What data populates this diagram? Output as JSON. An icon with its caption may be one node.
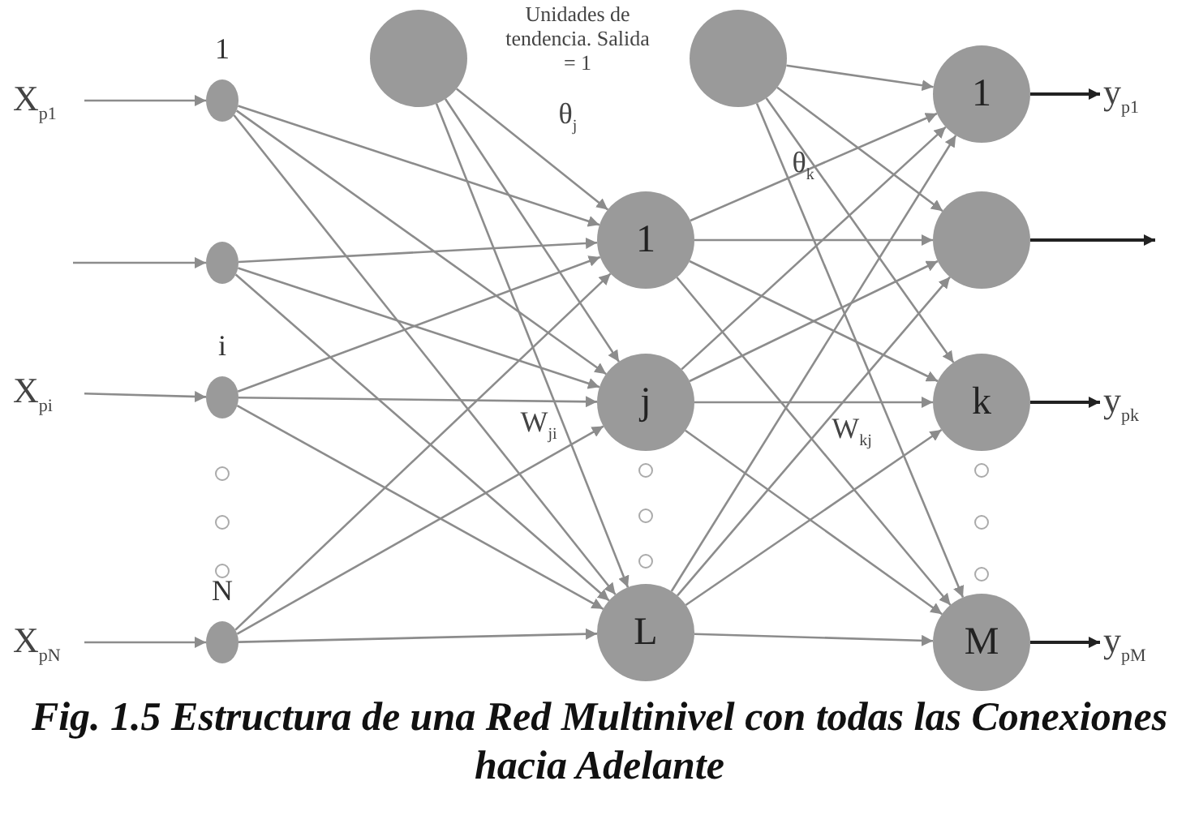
{
  "diagram": {
    "caption": "Fig. 1.5 Estructura de una Red Multinivel con todas las Conexiones hacia Adelante",
    "nodes": [
      {
        "text": [
          "X$_{p1}$"
        ]
      },
      {
        "text": [
          "X$_{pi}$"
        ]
      },
      {
        "text": [
          "X$_{pN}$"
        ]
      },
      {
        "text": [],
        "shape": "circle",
        "beside": [
          "1"
        ]
      },
      {
        "text": [],
        "shape": "circle"
      },
      {
        "text": [],
        "shape": "circle",
        "beside": [
          "i"
        ]
      },
      {
        "text": [],
        "shape": "circle",
        "beside": [
          "N"
        ]
      },
      {
        "text": [],
        "shape": "circle"
      },
      {
        "text": [],
        "shape": "circle"
      },
      {
        "text": [
          "1"
        ]
      },
      {
        "text": [
          "j"
        ]
      },
      {
        "text": [
          "L"
        ]
      },
      {
        "text": [
          "1"
        ]
      },
      {
        "text": [],
        "shape": "circle"
      },
      {
        "text": [
          "k"
        ]
      },
      {
        "text": [
          "M"
        ]
      },
      {
        "text": [
          "y$_{p1}$"
        ]
      },
      {
        "text": [
          "y$_{pk}$"
        ]
      },
      {
        "text": [
          "y$_{pM}$"
        ]
      }
    ],
    "edges": [
      {
        "from": 0,
        "to": 3,
        "arrow": "to"
      },
      {
        "from": null,
        "to": 4,
        "arrow": "to"
      },
      {
        "from": 1,
        "to": 5,
        "arrow": "to"
      },
      {
        "from": 2,
        "to": 6,
        "arrow": "to"
      },
      {
        "from": 3,
        "to": 9,
        "arrow": "to"
      },
      {
        "from": 3,
        "to": 10,
        "arrow": "to"
      },
      {
        "from": 3,
        "to": 11,
        "arrow": "to"
      },
      {
        "from": 4,
        "to": 9,
        "arrow": "to"
      },
      {
        "from": 4,
        "to": 10,
        "arrow": "to"
      },
      {
        "from": 4,
        "to": 11,
        "arrow": "to"
      },
      {
        "from": 5,
        "to": 9,
        "arrow": "to"
      },
      {
        "from": 5,
        "to": 10,
        "arrow": "to"
      },
      {
        "from": 5,
        "to": 11,
        "arrow": "to"
      },
      {
        "from": 6,
        "to": 9,
        "arrow": "to"
      },
      {
        "from": 6,
        "to": 10,
        "arrow": "to"
      },
      {
        "from": 6,
        "to": 11,
        "arrow": "to"
      },
      {
        "from": 7,
        "to": 9,
        "arrow": "to"
      },
      {
        "from": 7,
        "to": 10,
        "arrow": "to"
      },
      {
        "from": 7,
        "to": 11,
        "arrow": "to"
      },
      {
        "from": 9,
        "to": 12,
        "arrow": "to"
      },
      {
        "from": 9,
        "to": 13,
        "arrow": "to"
      },
      {
        "from": 9,
        "to": 14,
        "arrow": "to"
      },
      {
        "from": 9,
        "to": 15,
        "arrow": "to"
      },
      {
        "from": 10,
        "to": 12,
        "arrow": "to"
      },
      {
        "from": 10,
        "to": 13,
        "arrow": "to"
      },
      {
        "from": 10,
        "to": 14,
        "arrow": "to"
      },
      {
        "from": 10,
        "to": 15,
        "arrow": "to"
      },
      {
        "from": 11,
        "to": 12,
        "arrow": "to"
      },
      {
        "from": 11,
        "to": 13,
        "arrow": "to"
      },
      {
        "from": 11,
        "to": 14,
        "arrow": "to"
      },
      {
        "from": 11,
        "to": 15,
        "arrow": "to"
      },
      {
        "from": 8,
        "to": 12,
        "arrow": "to"
      },
      {
        "from": 8,
        "to": 13,
        "arrow": "to"
      },
      {
        "from": 8,
        "to": 14,
        "arrow": "to"
      },
      {
        "from": 8,
        "to": 15,
        "arrow": "to"
      },
      {
        "from": 12,
        "to": 16,
        "arrow": "to",
        "color": "#222222"
      },
      {
        "from": 13,
        "to": null,
        "arrow": "to",
        "color": "#222222"
      },
      {
        "from": 14,
        "to": 17,
        "arrow": "to",
        "color": "#222222"
      },
      {
        "from": 15,
        "to": 18,
        "arrow": "to",
        "color": "#222222"
      }
    ],
    "labels": [
      "Unidades de tendencia. Salida = 1",
      "θ$_{j}$",
      "θ$_{k}$",
      "W$_{ji}$",
      "W$_{kj}$"
    ]
  }
}
